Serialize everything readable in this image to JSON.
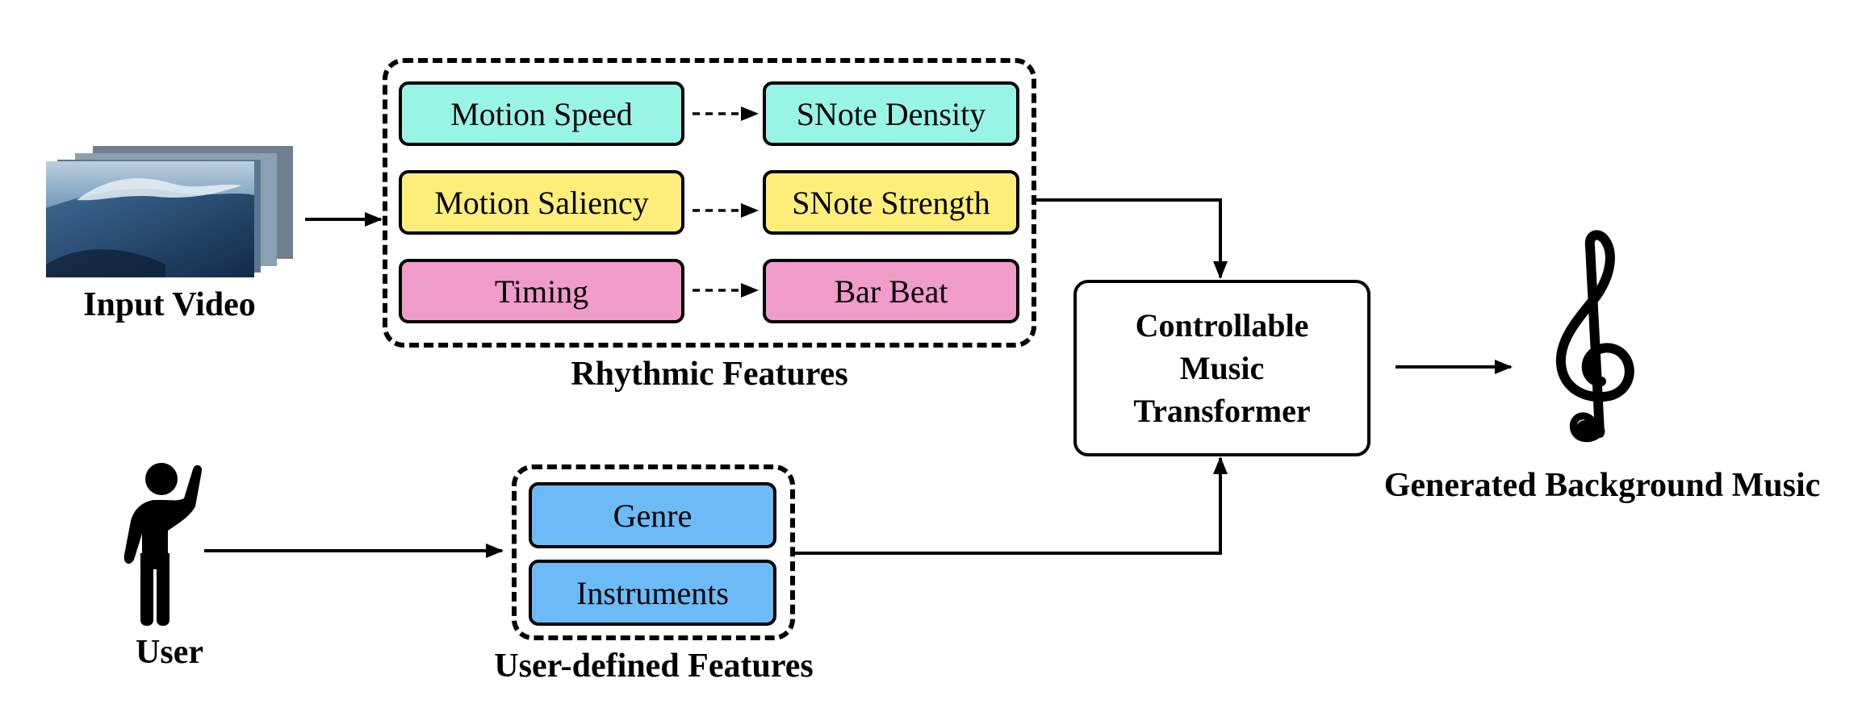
{
  "colors": {
    "motion_speed": "#98f5e6",
    "motion_saliency": "#fcee79",
    "timing": "#f09ccb",
    "user_feature": "#6cbaf6",
    "stroke": "#000000"
  },
  "input_video": {
    "label": "Input Video",
    "icon": "video-frames-stack-icon"
  },
  "rhythmic": {
    "label": "Rhythmic Features",
    "rows": [
      {
        "source": "Motion Speed",
        "target": "SNote Density"
      },
      {
        "source": "Motion Saliency",
        "target": "SNote Strength"
      },
      {
        "source": "Timing",
        "target": "Bar Beat"
      }
    ]
  },
  "user": {
    "label": "User",
    "icon": "person-pointing-icon"
  },
  "user_defined": {
    "label": "User-defined Features",
    "items": [
      "Genre",
      "Instruments"
    ]
  },
  "transformer": {
    "lines": [
      "Controllable",
      "Music",
      "Transformer"
    ]
  },
  "output": {
    "label": "Generated Background Music",
    "icon": "treble-clef-icon"
  }
}
